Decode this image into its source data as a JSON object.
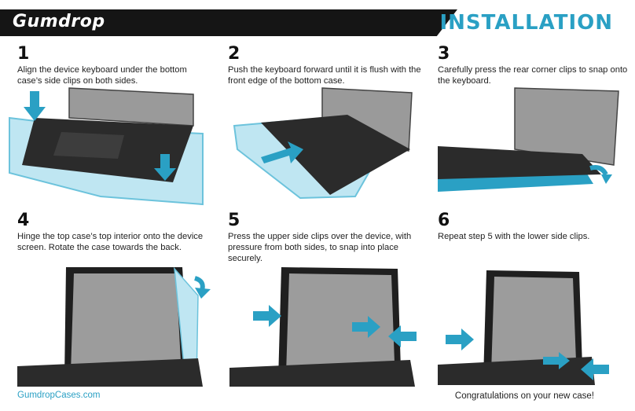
{
  "header": {
    "brand": "Gumdrop",
    "title": "INSTALLATION"
  },
  "steps": [
    {
      "number": "1",
      "text": "Align the device keyboard under the bottom case’s side clips on both sides."
    },
    {
      "number": "2",
      "text": "Push the keyboard forward until it is flush with the front edge of the bottom case."
    },
    {
      "number": "3",
      "text": "Carefully press the rear corner clips to snap onto the keyboard."
    },
    {
      "number": "4",
      "text": "Hinge the top case’s top interior onto the device screen. Rotate the case towards the back."
    },
    {
      "number": "5",
      "text": "Press the upper side clips over the device, with pressure from both sides, to snap into place securely."
    },
    {
      "number": "6",
      "text": "Repeat step 5 with the lower side clips."
    }
  ],
  "footer": {
    "website": "GumdropCases.com",
    "message": "Congratulations on your new case!"
  },
  "colors": {
    "accent": "#2aa0c4",
    "header_bg": "#151515",
    "case_blue": "#8fd3e8"
  }
}
